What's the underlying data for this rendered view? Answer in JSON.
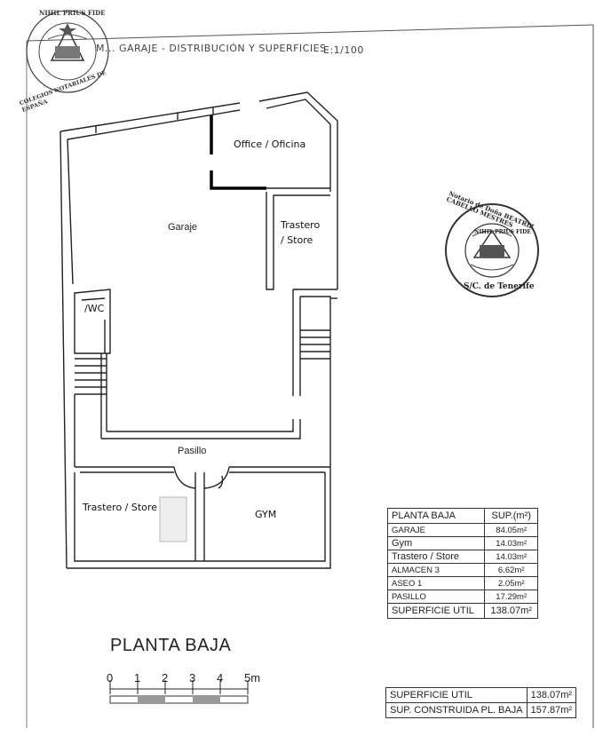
{
  "header": {
    "text": "M... GARAJE - DISTRIBUCIÓN Y SUPERFICIES",
    "scale": "E:1/100"
  },
  "seal_left": {
    "motto": "NIHIL PRIUS FIDE",
    "ring_text": "COLEGIOS NOTARIALES DE ESPAÑA"
  },
  "seal_right": {
    "ring_text": "Notario de Doña BEATRIZ CABELLO MESTRES",
    "bottom_text": "S/C. de Tenerife",
    "motto": "NIHIL PRIUS FIDE"
  },
  "rooms": {
    "office": "Office / Oficina",
    "garaje": "Garaje",
    "trastero_upper_1": "Trastero",
    "trastero_upper_2": "/ Store",
    "wc": "/WC",
    "pasillo": "Pasillo",
    "trastero_lower": "Trastero / Store",
    "gym": "GYM"
  },
  "plan_title": "PLANTA BAJA",
  "scale_bar": {
    "labels": [
      "0",
      "1",
      "2",
      "3",
      "4",
      "5m"
    ]
  },
  "surface_table": {
    "header": [
      "PLANTA BAJA",
      "SUP.(m²)"
    ],
    "rows": [
      {
        "name": "GARAJE",
        "value": "84.05m²"
      },
      {
        "name": "Gym",
        "value": "14.03m²"
      },
      {
        "name": "Trastero / Store",
        "value": "14.03m²"
      },
      {
        "name": "ALMACEN 3",
        "value": "6.62m²"
      },
      {
        "name": "ASEO 1",
        "value": "2.05m²"
      },
      {
        "name": "PASILLO",
        "value": "17.29m²"
      }
    ],
    "total": {
      "name": "SUPERFICIE UTIL",
      "value": "138.07m²"
    }
  },
  "summary_table": {
    "rows": [
      {
        "name": "SUPERFICIE UTIL",
        "value": "138.07m²"
      },
      {
        "name": "SUP. CONSTRUIDA PL. BAJA",
        "value": "157.87m²"
      }
    ]
  }
}
